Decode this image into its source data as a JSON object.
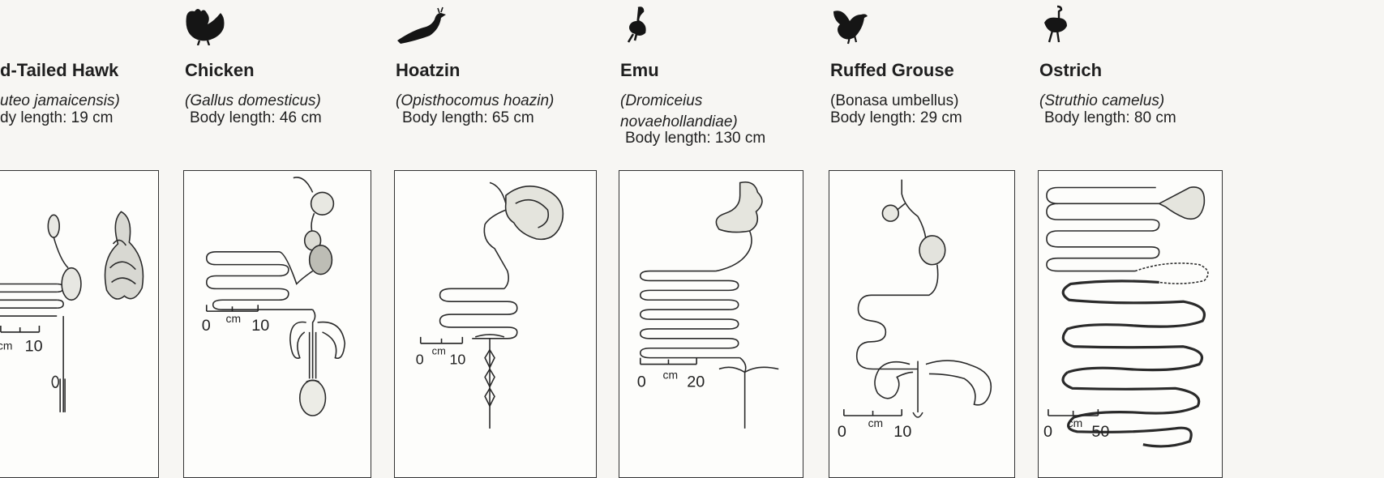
{
  "birds": [
    {
      "name": "d-Tailed Hawk",
      "scientific": "uteo jamaicensis)",
      "body_length": "dy length: 19 cm",
      "scale": {
        "zero": "",
        "unit": "cm",
        "max": "10"
      }
    },
    {
      "name": "Chicken",
      "scientific": "(Gallus domesticus)",
      "body_length": "Body length: 46 cm",
      "scale": {
        "zero": "0",
        "unit": "cm",
        "max": "10"
      }
    },
    {
      "name": "Hoatzin",
      "scientific": "(Opisthocomus hoazin)",
      "body_length": "Body length: 65 cm",
      "scale": {
        "zero": "0",
        "unit": "cm",
        "max": "10"
      }
    },
    {
      "name": "Emu",
      "scientific_line1": "(Dromiceius",
      "scientific_line2": "novaehollandiae)",
      "body_length": "Body length: 130 cm",
      "scale": {
        "zero": "0",
        "unit": "cm",
        "max": "20"
      }
    },
    {
      "name": "Ruffed Grouse",
      "scientific": "(Bonasa umbellus)",
      "body_length": "Body length: 29 cm",
      "scale": {
        "zero": "0",
        "unit": "cm",
        "max": "10"
      }
    },
    {
      "name": "Ostrich",
      "scientific": "(Struthio camelus)",
      "body_length": "Body length: 80 cm",
      "scale": {
        "zero": "0",
        "unit": "cm",
        "max": "50"
      }
    }
  ],
  "icons": [
    "hawk-silhouette-icon",
    "chicken-silhouette-icon",
    "hoatzin-silhouette-icon",
    "emu-silhouette-icon",
    "grouse-silhouette-icon",
    "ostrich-silhouette-icon"
  ]
}
